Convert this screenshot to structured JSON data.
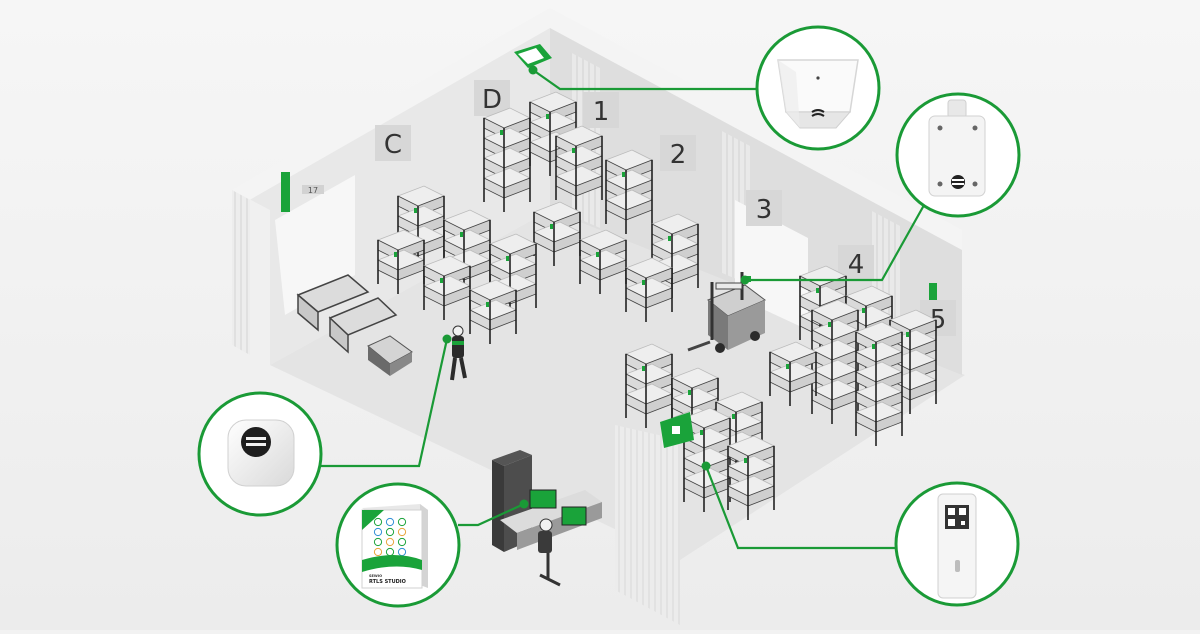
{
  "zone_labels": [
    "C",
    "D",
    "1",
    "2",
    "3",
    "4",
    "5"
  ],
  "door_plate": "17",
  "software_box": {
    "brand": "SEWIO",
    "title": "RTLS STUDIO"
  },
  "colors": {
    "accent": "#1aa33a",
    "connector": "#1a9a36",
    "background": "#f2f2f2",
    "wall": "#e9e9e9",
    "floor": "#e6e6e6",
    "rack": "#2a2a2a",
    "crate": "#dedede"
  },
  "callouts": [
    {
      "name": "anchor-ceiling-callout",
      "icon": "ceiling-anchor-icon"
    },
    {
      "name": "anchor-wall-callout",
      "icon": "wall-anchor-icon"
    },
    {
      "name": "personnel-tag-callout",
      "icon": "personnel-tag-icon"
    },
    {
      "name": "rtls-studio-callout",
      "icon": "software-box-icon"
    },
    {
      "name": "asset-tag-callout",
      "icon": "asset-tag-icon"
    }
  ]
}
